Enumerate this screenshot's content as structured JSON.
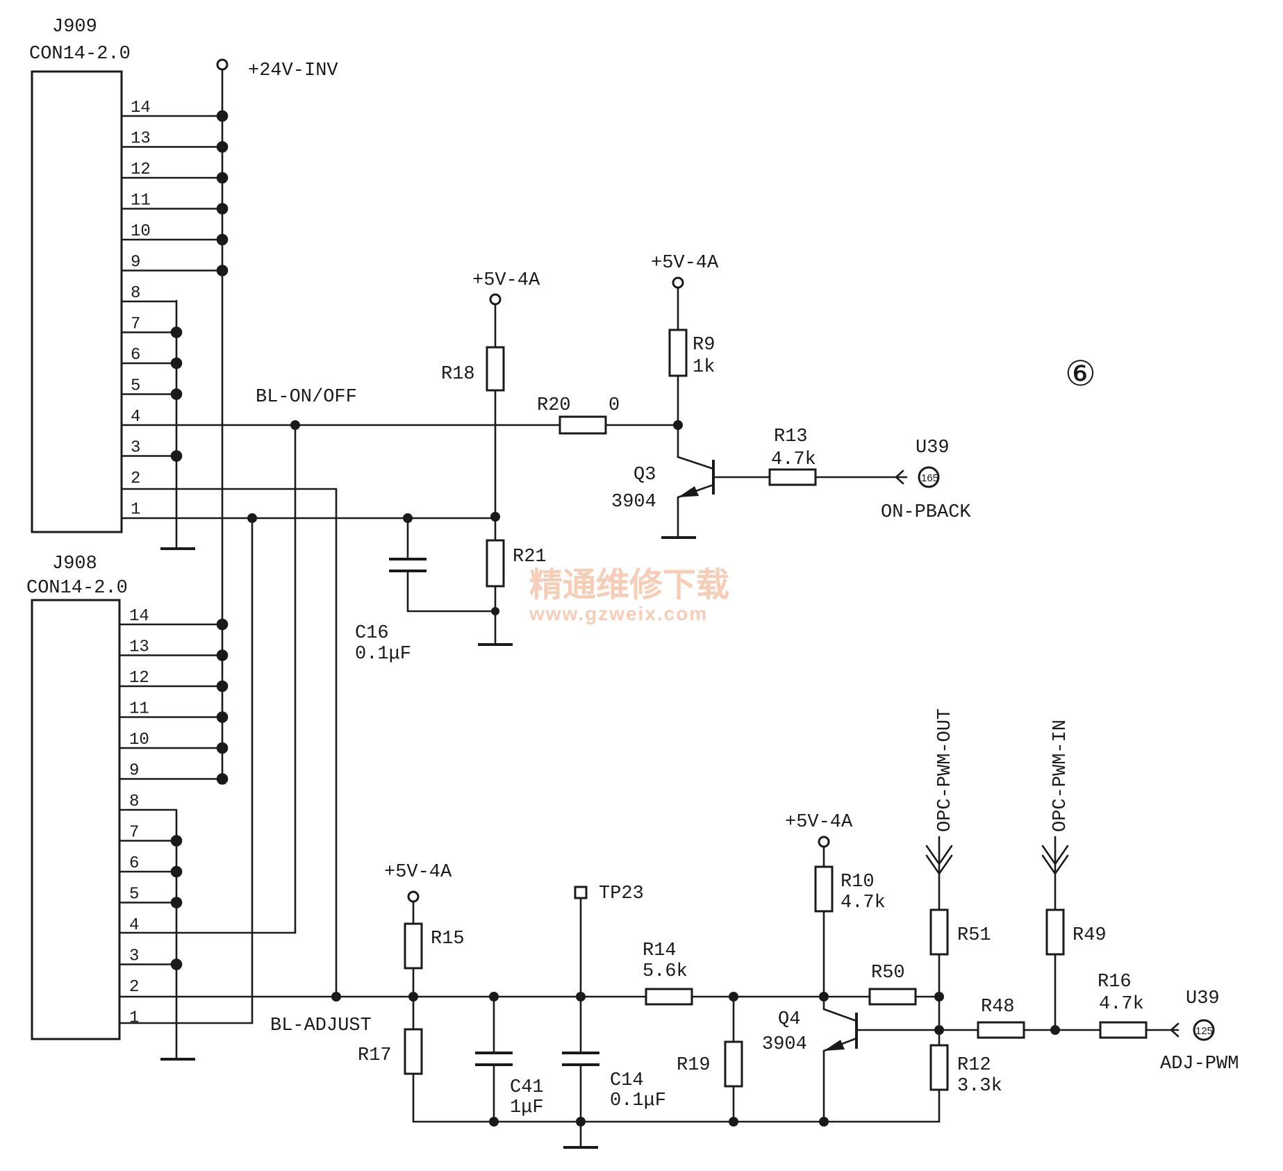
{
  "connectors": {
    "j909": {
      "ref": "J909",
      "type": "CON14-2.0"
    },
    "j908": {
      "ref": "J908",
      "type": "CON14-2.0"
    },
    "pins": [
      "14",
      "13",
      "12",
      "11",
      "10",
      "9",
      "8",
      "7",
      "6",
      "5",
      "4",
      "3",
      "2",
      "1"
    ]
  },
  "supplies": {
    "inv": "+24V-INV",
    "v5": "+5V-4A"
  },
  "nets": {
    "bl_on_off": "BL-ON/OFF",
    "bl_adjust": "BL-ADJUST",
    "on_pback": "ON-PBACK",
    "adj_pwm": "ADJ-PWM",
    "opc_pwm_out": "OPC-PWM-OUT",
    "opc_pwm_in": "OPC-PWM-IN"
  },
  "ic": {
    "ref": "U39",
    "pin_on_pback": "165",
    "pin_adj_pwm": "125"
  },
  "testpoint": "TP23",
  "components": {
    "r18": {
      "ref": "R18"
    },
    "r20": {
      "ref": "R20",
      "value": "0"
    },
    "r21": {
      "ref": "R21"
    },
    "c16": {
      "ref": "C16",
      "value": "0.1μF"
    },
    "r9": {
      "ref": "R9",
      "value": "1k"
    },
    "q3": {
      "ref": "Q3",
      "value": "3904"
    },
    "r13": {
      "ref": "R13",
      "value": "4.7k"
    },
    "r15": {
      "ref": "R15"
    },
    "r17": {
      "ref": "R17"
    },
    "c41": {
      "ref": "C41",
      "value": "1μF"
    },
    "c14": {
      "ref": "C14",
      "value": "0.1μF"
    },
    "r14": {
      "ref": "R14",
      "value": "5.6k"
    },
    "r19": {
      "ref": "R19"
    },
    "r10": {
      "ref": "R10",
      "value": "4.7k"
    },
    "q4": {
      "ref": "Q4",
      "value": "3904"
    },
    "r50": {
      "ref": "R50"
    },
    "r51": {
      "ref": "R51"
    },
    "r12": {
      "ref": "R12",
      "value": "3.3k"
    },
    "r48": {
      "ref": "R48"
    },
    "r49": {
      "ref": "R49"
    },
    "r16": {
      "ref": "R16",
      "value": "4.7k"
    }
  },
  "page_marker": "⑥",
  "watermark": {
    "cn": "精通维修下载",
    "url": "www.gzweix.com"
  }
}
